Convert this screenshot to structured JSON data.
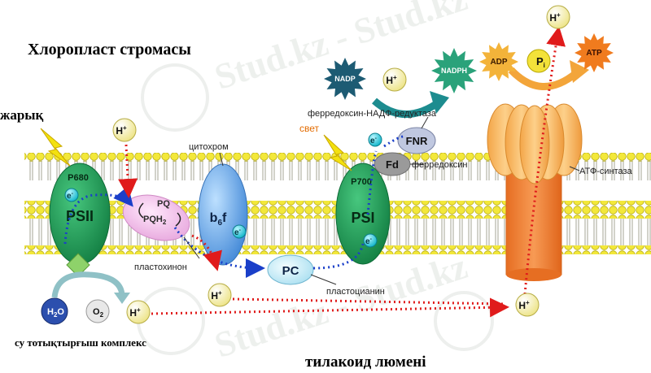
{
  "labels": {
    "stroma": "Хлоропласт стромасы",
    "light": "жарық",
    "lumen": "тилакоид люмені",
    "water_complex": "су тотықтырғыш комплекс",
    "cytochrome": "цитохром",
    "plastoquinone": "пластохинон",
    "plastocyanin": "пластоцианин",
    "fnr_full": "ферредоксин-НАДФ-редуктаза",
    "ferredoxin": "ферредоксин",
    "atp_synthase": "АТФ-синтаза",
    "light2": "свет"
  },
  "components": {
    "p680": "P680",
    "psii": "PSII",
    "pq": "PQ",
    "pqh2": "PQH",
    "pqh2_sub": "2",
    "b6f": "b",
    "b6f_sub": "6",
    "b6f_tail": "f",
    "pc": "PC",
    "p700": "P700",
    "psi": "PSI",
    "fd": "Fd",
    "fnr": "FNR",
    "nadp": "NADP",
    "nadph": "NADPH",
    "adp": "ADP",
    "pi": "P",
    "pi_sub": "i",
    "atp": "ATP",
    "h2o": "H",
    "h2o_sub": "2",
    "h2o_tail": "O",
    "o2": "O",
    "o2_sub": "2",
    "electron": "e",
    "electron_sup": "-",
    "proton": "H",
    "proton_sup": "+"
  },
  "watermark": "Stud.kz - Stud.kz",
  "colors": {
    "membrane_head": "#f3e83a",
    "psii": "#1f9e5a",
    "psi": "#1f9e5a",
    "cytochrome": "#6aa9e6",
    "pq": "#f4c8ef",
    "pc": "#cfeefb",
    "atp_synthase_base": "#f2843a",
    "atp_synthase_head": "#f5b35c",
    "nadp_star": "#1d5b73",
    "nadph_star": "#2aa27a",
    "adp_star": "#f3b33a",
    "atp_star": "#f07b1e",
    "proton_ball": "#fbf7b5",
    "electron_ball": "#3fd3e3",
    "arrow_electron": "#1a3fc9",
    "arrow_proton": "#e01b1b",
    "cycle_arrow": "#1d8c8f"
  }
}
